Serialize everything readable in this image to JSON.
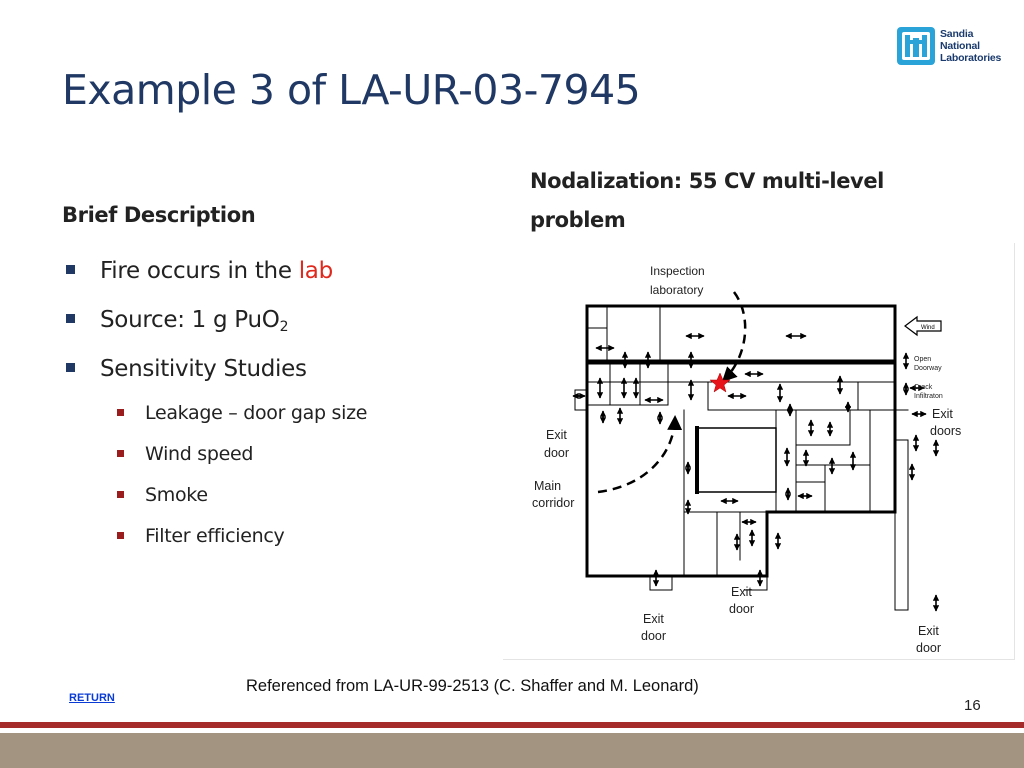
{
  "logo": {
    "line1": "Sandia",
    "line2": "National",
    "line3": "Laboratories"
  },
  "title": "Example 3 of LA-UR-03-7945",
  "left": {
    "heading": "Brief Description",
    "bullets": [
      {
        "pre": "Fire occurs in the ",
        "highlight": "lab"
      },
      {
        "pre": "Source: 1 g PuO",
        "sub": "2"
      },
      {
        "pre": "Sensitivity Studies"
      }
    ],
    "sub_bullets": [
      "Leakage – door gap size",
      "Wind speed",
      "Smoke",
      "Filter efficiency"
    ]
  },
  "right": {
    "heading": "Nodalization: 55 CV multi-level problem"
  },
  "figure": {
    "inspection_label_1": "Inspection",
    "inspection_label_2": "laboratory",
    "wind_label": "Wind",
    "legend_open_1": "Open",
    "legend_open_2": "Doorway",
    "legend_crack_1": "Crack",
    "legend_crack_2": "Infiltraton",
    "exit_word": "Exit",
    "door_word": "door",
    "doors_word": "doors",
    "main_word": "Main",
    "corridor_word": "corridor"
  },
  "reference": "Referenced from LA-UR-99-2513 (C. Shaffer and M. Leonard)",
  "return_link": "RETURN",
  "page_number": "16",
  "colors": {
    "title": "#1f3864",
    "highlight": "#e0281c",
    "footer_line": "#a52a2a",
    "footer_bar": "#a39481",
    "link": "#0a3bd4"
  }
}
